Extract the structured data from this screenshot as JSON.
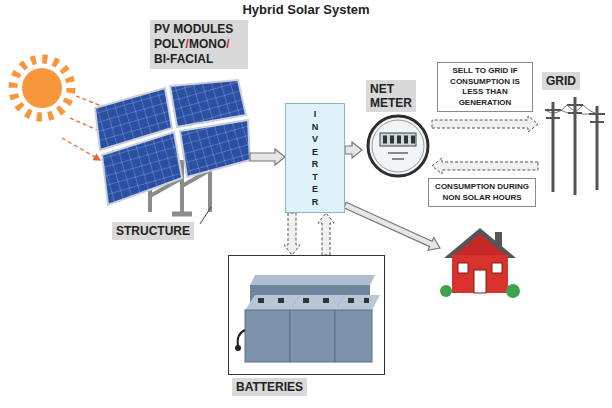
{
  "diagram": {
    "title": "Hybrid Solar System",
    "nodes": [
      {
        "text": [
          "PV MODULES POLY/MONO/ BI-FACIAL"
        ]
      },
      {
        "text": [
          "STRUCTURE"
        ]
      },
      {
        "text": [
          "INVERTER"
        ]
      },
      {
        "text": [
          "NET METER"
        ]
      },
      {
        "text": [
          "SELL TO GRID IF CONSUMPTION IS LESS THAN GENERATION"
        ]
      },
      {
        "text": [
          "GRID"
        ]
      },
      {
        "text": [
          "CONSUMPTION DURING NON SOLAR HOURS"
        ]
      },
      {
        "text": [
          "BATTERIES"
        ]
      }
    ],
    "edges": [
      {
        "from": 0,
        "to": 2,
        "arrow": "to"
      },
      {
        "from": 2,
        "to": 3,
        "arrow": "to"
      },
      {
        "from": 3,
        "to": 5,
        "arrow": "to"
      },
      {
        "from": 5,
        "to": 3,
        "arrow": "to"
      },
      {
        "from": 2,
        "to": 7,
        "arrow": "to"
      },
      {
        "from": 7,
        "to": 2,
        "arrow": "to"
      }
    ]
  }
}
